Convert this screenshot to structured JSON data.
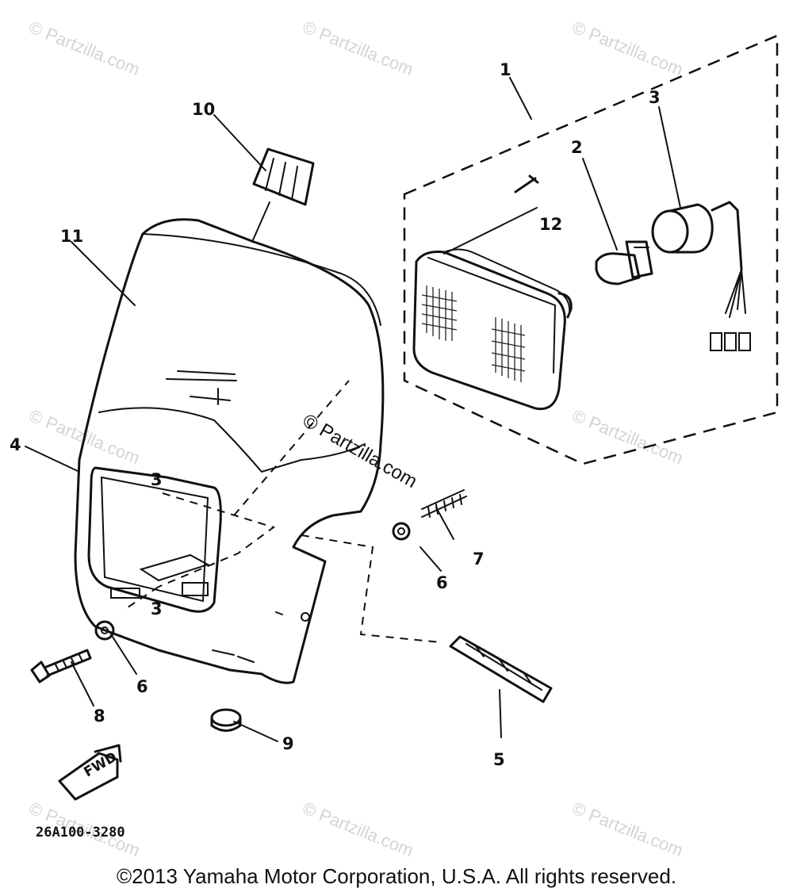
{
  "diagram": {
    "part_labels": [
      "1",
      "2",
      "3",
      "4",
      "5",
      "6",
      "6",
      "7",
      "8",
      "9",
      "10",
      "11",
      "12",
      "3",
      "3"
    ],
    "part_code": "26A100-3280",
    "fwd_stamp": "FWD",
    "watermark_corner": "© Partzilla.com",
    "watermark_center": "© Partzilla.com"
  },
  "footer": {
    "copyright": "©2013 Yamaha Motor Corporation, U.S.A. All rights reserved."
  }
}
